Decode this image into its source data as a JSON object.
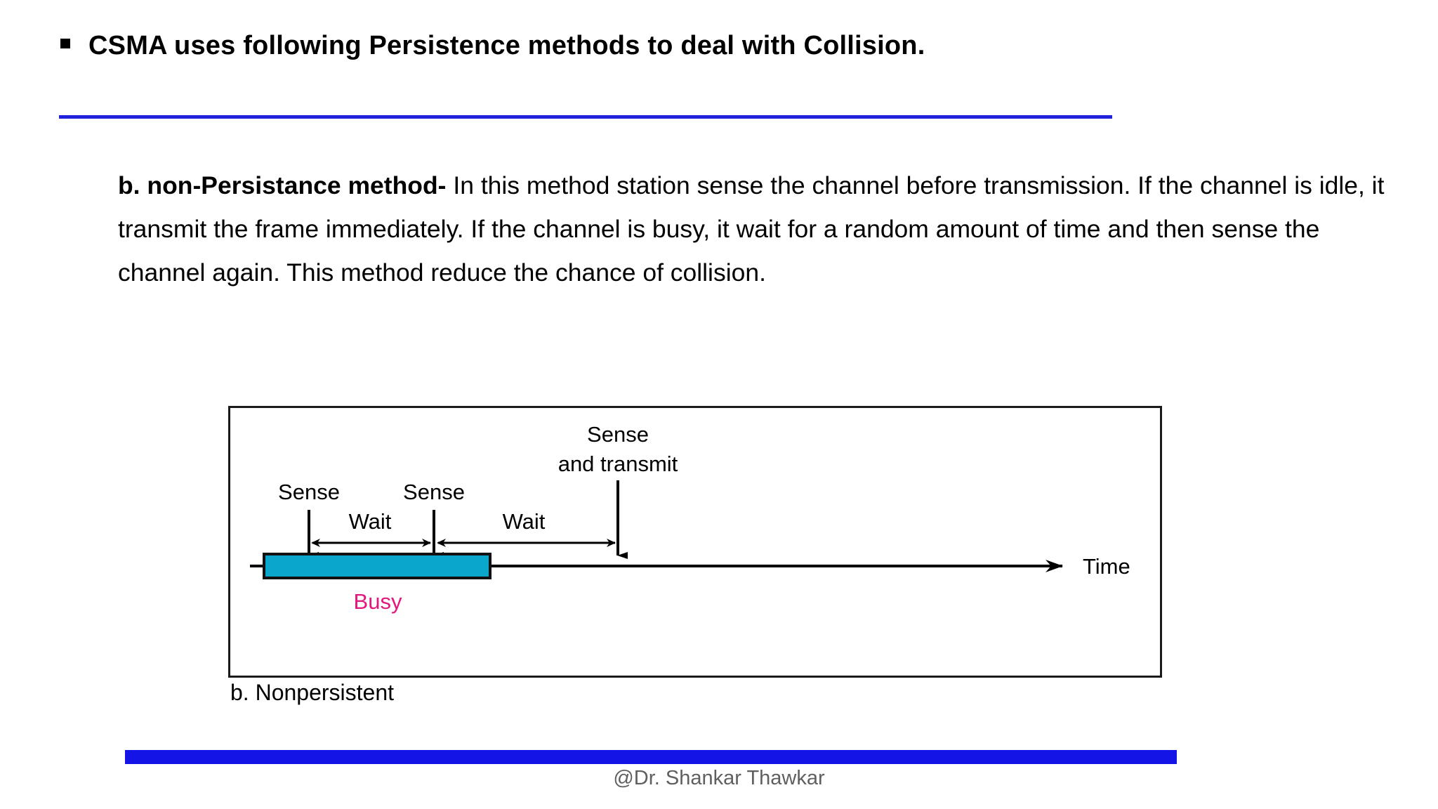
{
  "slide": {
    "title": "CSMA uses following Persistence methods to deal with Collision.",
    "bullet_glyph": "square-bullet",
    "divider_color": "#2222DD",
    "body": {
      "lead_bold": "b. non-Persistance method-",
      "rest": " In this method station sense the channel before transmission. If the channel is idle, it transmit the frame immediately. If the channel is busy, it wait for a random amount of time and then sense the channel again. This method  reduce the chance of collision."
    },
    "figure": {
      "caption": "b. Nonpersistent",
      "axis_label": "Time",
      "busy_label": "Busy",
      "busy_color": "#0BA6CC",
      "busy_label_color": "#E3167D",
      "sense_label_1": "Sense",
      "sense_label_2": "Sense",
      "sense_transmit_line1": "Sense",
      "sense_transmit_line2": "and transmit",
      "wait_label_1": "Wait",
      "wait_label_2": "Wait"
    },
    "footer": {
      "bar_color": "#1414E6",
      "credit": "@Dr. Shankar Thawkar"
    }
  }
}
